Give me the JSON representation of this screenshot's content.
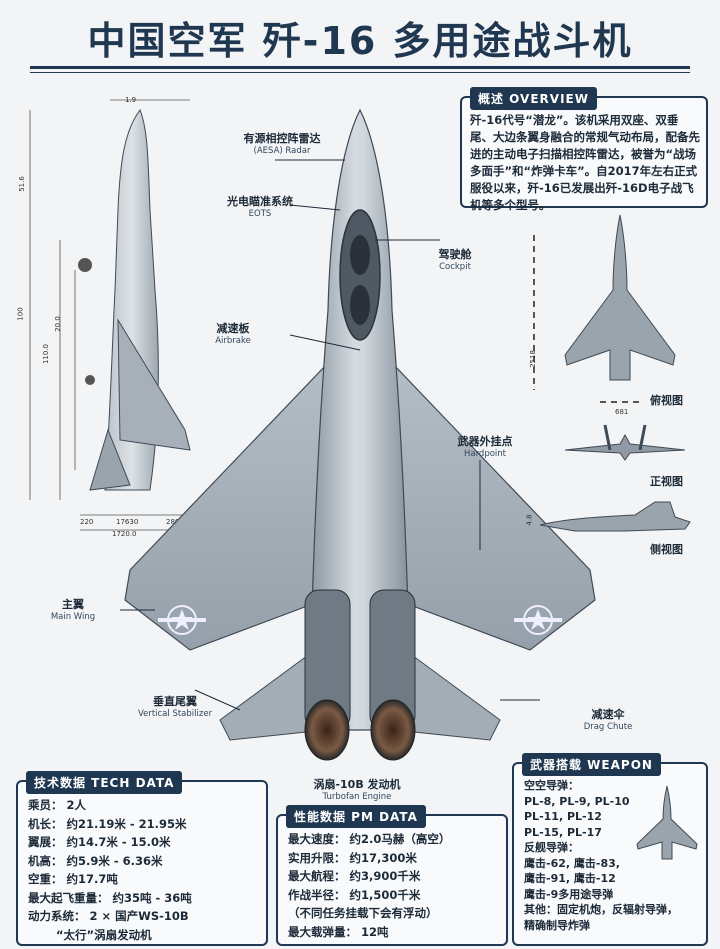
{
  "title": "中国空军 歼-16 多用途战斗机",
  "overview": {
    "header": "概述 OVERVIEW",
    "text": "歼-16代号“潜龙”。该机采用双座、双垂尾、大边条翼身融合的常规气动布局，配备先进的主动电子扫描相控阵雷达，被誉为“战场多面手”和“炸弹卡车”。自2017年左右正式服役以来，歼-16已发展出歼-16D电子战飞机等多个型号。"
  },
  "callouts": {
    "radar": {
      "zh": "有源相控阵雷达",
      "en": "(AESA) Radar"
    },
    "eots": {
      "zh": "光电瞄准系统",
      "en": "EOTS"
    },
    "cockpit": {
      "zh": "驾驶舱",
      "en": "Cockpit"
    },
    "airbrake": {
      "zh": "减速板",
      "en": "Airbrake"
    },
    "hardpoint": {
      "zh": "武器外挂点",
      "en": "Hardpoint"
    },
    "main_wing": {
      "zh": "主翼",
      "en": "Main Wing"
    },
    "vertical_stabilizer": {
      "zh": "垂直尾翼",
      "en": "Vertical Stabilizer"
    },
    "drag_chute": {
      "zh": "减速伞",
      "en": "Drag Chute"
    },
    "engine": {
      "zh": "涡扇-10B 发动机",
      "en": "Turbofan Engine"
    }
  },
  "views": {
    "top": "俯视图",
    "front": "正视图",
    "side": "侧视图"
  },
  "dimensions": {
    "side_top": "1.9",
    "side_len1": "51.6",
    "side_len2": "100",
    "side_len3": "20.0",
    "side_len4": "110.0",
    "side_b1": "220",
    "side_b2": "17630",
    "side_b3": "280",
    "side_b4": "1720.0",
    "top_len": "2518",
    "top_width": "681",
    "side_h": "4.8"
  },
  "tech": {
    "header": "技术数据 TECH DATA",
    "rows": [
      {
        "k": "乘员：",
        "v": "2人"
      },
      {
        "k": "机长：",
        "v": "约21.19米 - 21.95米"
      },
      {
        "k": "翼展：",
        "v": "约14.7米 - 15.0米"
      },
      {
        "k": "机高：",
        "v": "约5.9米 - 6.36米"
      },
      {
        "k": "空重：",
        "v": "约17.7吨"
      },
      {
        "k": "最大起飞重量：",
        "v": "约35吨 - 36吨"
      },
      {
        "k": "动力系统：",
        "v": "2 × 国产WS-10B"
      }
    ],
    "engine_note": "“太行”涡扇发动机"
  },
  "pm": {
    "header": "性能数据 PM DATA",
    "rows": [
      {
        "k": "最大速度：",
        "v": "约2.0马赫（高空）"
      },
      {
        "k": "实用升限：",
        "v": "约17,300米"
      },
      {
        "k": "最大航程：",
        "v": "约3,900千米"
      },
      {
        "k": "作战半径：",
        "v": "约1,500千米"
      }
    ],
    "note": "（不同任务挂载下会有浮动）",
    "payload": {
      "k": "最大载弹量：",
      "v": "12吨"
    }
  },
  "weapon": {
    "header": "武器搭载 WEAPON",
    "lines": [
      "空空导弹：",
      "PL-8, PL-9, PL-10",
      "PL-11, PL-12",
      "PL-15, PL-17",
      "反舰导弹：",
      "鹰击-62, 鹰击-83,",
      "鹰击-91, 鹰击-12",
      "鹰击-9多用途导弹",
      "其他：固定机炮，反辐射导弹，",
      "精确制导炸弹"
    ]
  }
}
